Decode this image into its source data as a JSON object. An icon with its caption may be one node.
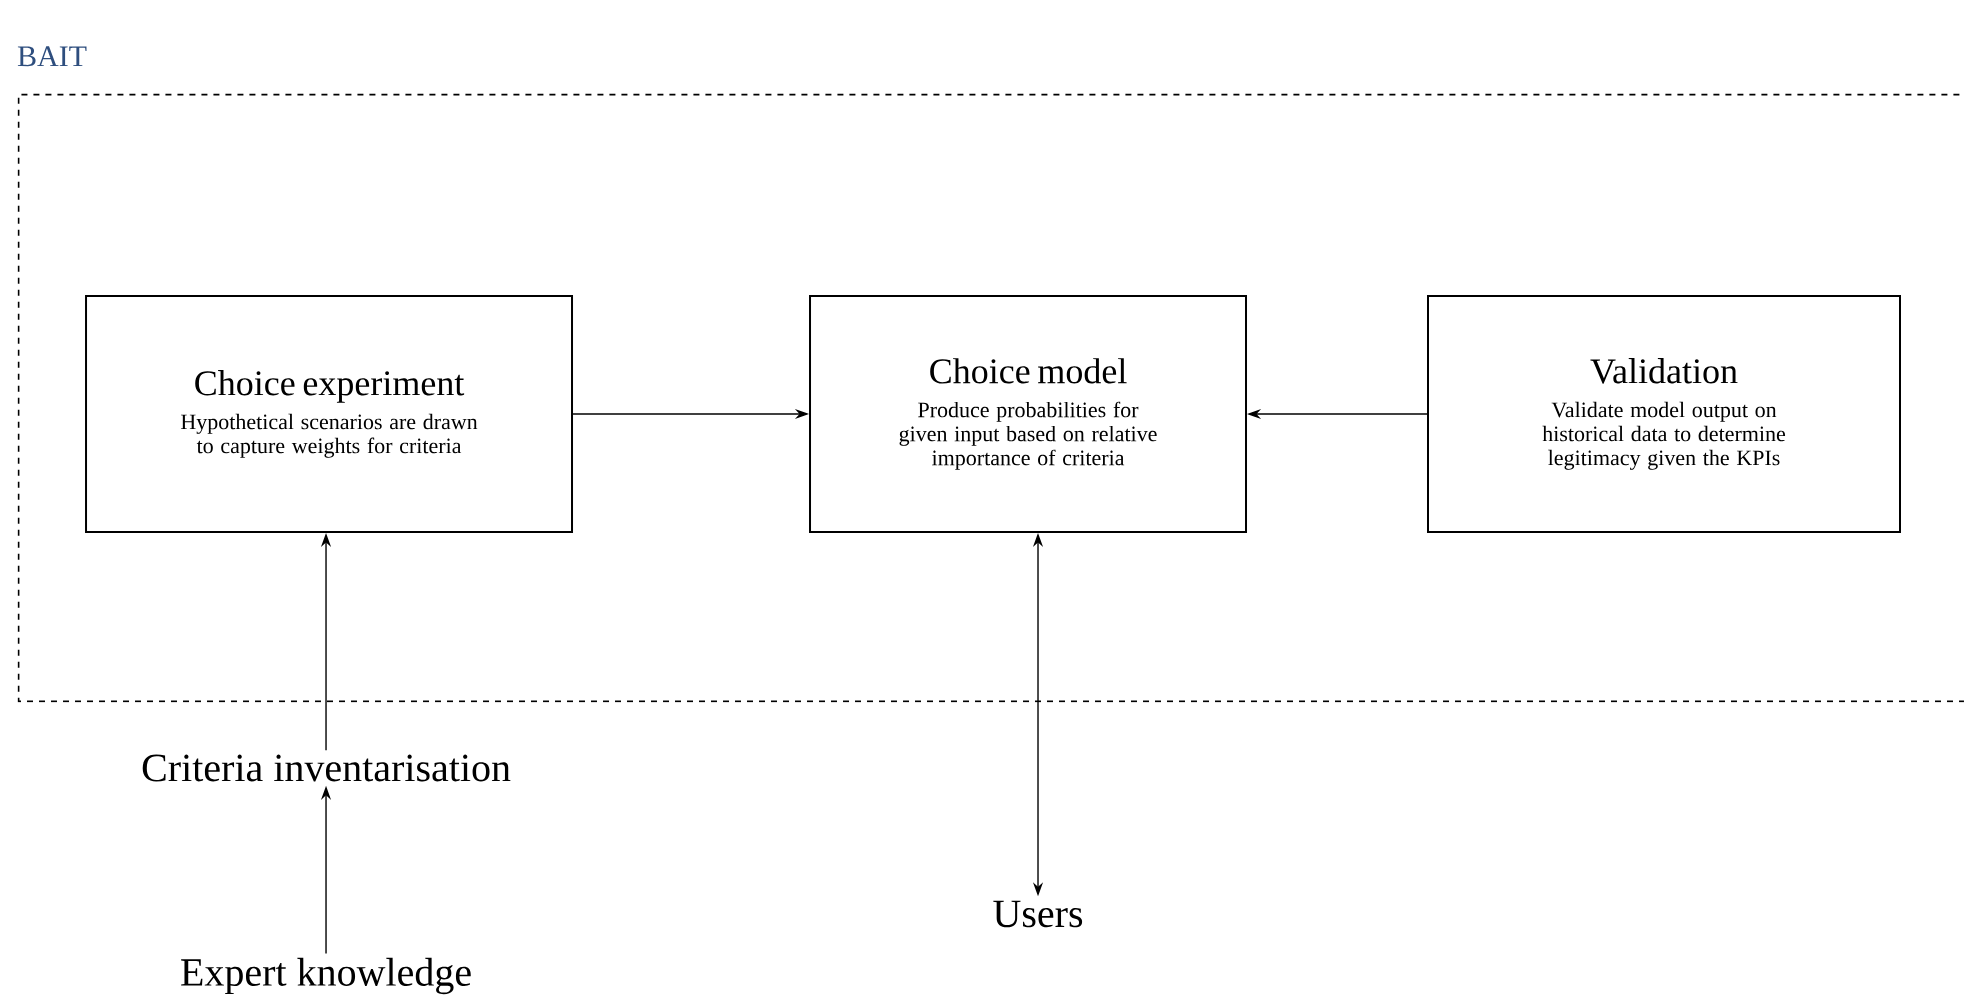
{
  "diagram": {
    "nodes": [
      {
        "text": [
          "BAIT"
        ]
      },
      {
        "text": [
          "Choice experiment",
          "Hypothetical scenarios are drawn to capture weights for criteria"
        ],
        "in": 0
      },
      {
        "text": [
          "Choice model",
          "Produce probabilities for given input based on relative importance of criteria"
        ],
        "in": 0
      },
      {
        "text": [
          "Validation",
          "Validate model output on historical data to determine legitimacy given the KPIs"
        ],
        "in": 0
      },
      {
        "text": [
          "Criteria inventarisation"
        ]
      },
      {
        "text": [
          "Users"
        ]
      },
      {
        "text": [
          "Expert knowledge"
        ]
      }
    ],
    "edges": [
      {
        "from": 1,
        "to": 2,
        "arrow": "to"
      },
      {
        "from": 3,
        "to": 2,
        "arrow": "to"
      },
      {
        "from": 4,
        "to": 1,
        "arrow": "to"
      },
      {
        "from": 2,
        "to": 5,
        "arrow": "both"
      },
      {
        "from": 6,
        "to": 4,
        "arrow": "to"
      }
    ]
  }
}
